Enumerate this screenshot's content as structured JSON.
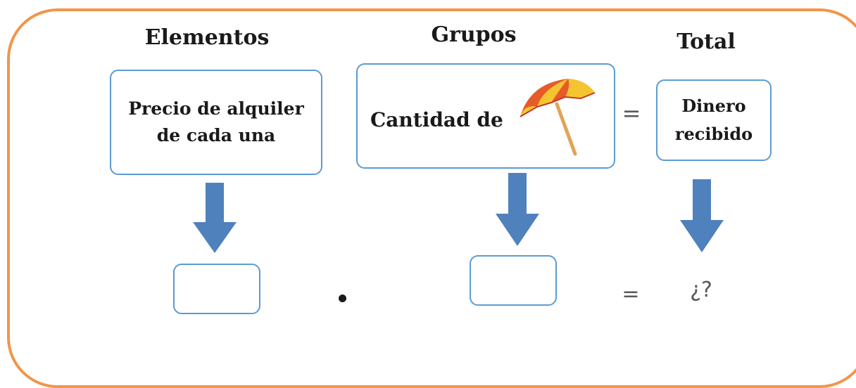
{
  "headers": {
    "elements": "Elementos",
    "groups": "Grupos",
    "total": "Total"
  },
  "boxes": {
    "elements": "Precio de alquiler de cada una",
    "groups": "Cantidad de",
    "total": "Dinero recibido"
  },
  "operators": {
    "equals_top": "=",
    "equals_bottom": "=",
    "result": "¿?"
  },
  "icons": {
    "groups_icon": "beach-umbrella-icon"
  },
  "colors": {
    "frame": "#f2954a",
    "box_border": "#5b9bd5",
    "arrow": "#4f81bd"
  }
}
